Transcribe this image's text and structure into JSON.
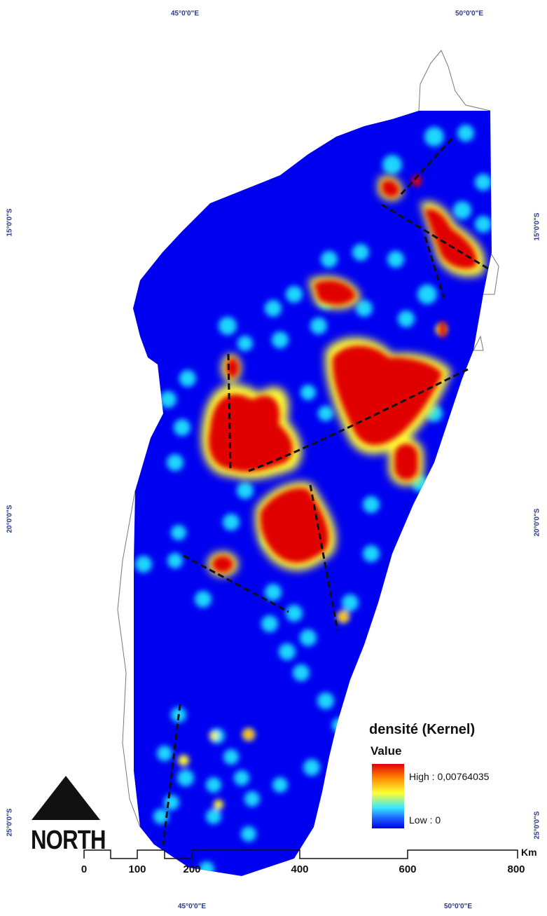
{
  "graticule": {
    "top_left": "45°0'0\"E",
    "top_right": "50°0'0\"E",
    "bottom_left": "45°0'0\"E",
    "bottom_right": "50°0'0\"E",
    "left_15": "15°0'0\"S",
    "left_20": "20°0'0\"S",
    "left_25": "25°0'0\"S",
    "right_15": "15°0'0\"S",
    "right_20": "20°0'0\"S",
    "right_25": "25°0'0\"S"
  },
  "legend": {
    "title": "densité (Kernel)",
    "subtitle": "Value",
    "high_label": "High : 0,00764035",
    "low_label": "Low : 0",
    "colors": [
      "#e0000a",
      "#ff8a00",
      "#ffff33",
      "#38e8ff",
      "#1a5cff",
      "#0000e6"
    ]
  },
  "north_arrow": {
    "label": "NORTH"
  },
  "scale_bar": {
    "unit": "Km",
    "labels": [
      "0",
      "100",
      "200",
      "400",
      "600",
      "800"
    ]
  },
  "colors": {
    "background_density": "#0000f0",
    "hotspot": "#e00000",
    "lineament": "#111111",
    "coordinate_text": "#2b3a8c"
  }
}
